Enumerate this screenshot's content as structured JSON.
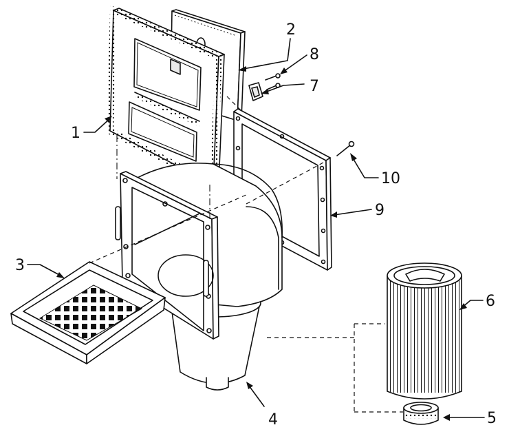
{
  "parts": [
    {
      "id": "1",
      "label": "1",
      "part": "faceplate-frame"
    },
    {
      "id": "2",
      "label": "2",
      "part": "back-plate"
    },
    {
      "id": "3",
      "label": "3",
      "part": "basket"
    },
    {
      "id": "4",
      "label": "4",
      "part": "skimmer-body"
    },
    {
      "id": "5",
      "label": "5",
      "part": "adapter-ring"
    },
    {
      "id": "6",
      "label": "6",
      "part": "filter-cartridge"
    },
    {
      "id": "7",
      "label": "7",
      "part": "clip"
    },
    {
      "id": "8",
      "label": "8",
      "part": "screws"
    },
    {
      "id": "9",
      "label": "9",
      "part": "gasket-frame"
    },
    {
      "id": "10",
      "label": "10",
      "part": "mounting-screw"
    }
  ],
  "labels": {
    "p1": "1",
    "p2": "2",
    "p3": "3",
    "p4": "4",
    "p5": "5",
    "p6": "6",
    "p7": "7",
    "p8": "8",
    "p9": "9",
    "p10": "10"
  },
  "colors": {
    "line": "#111111",
    "background": "#ffffff"
  }
}
